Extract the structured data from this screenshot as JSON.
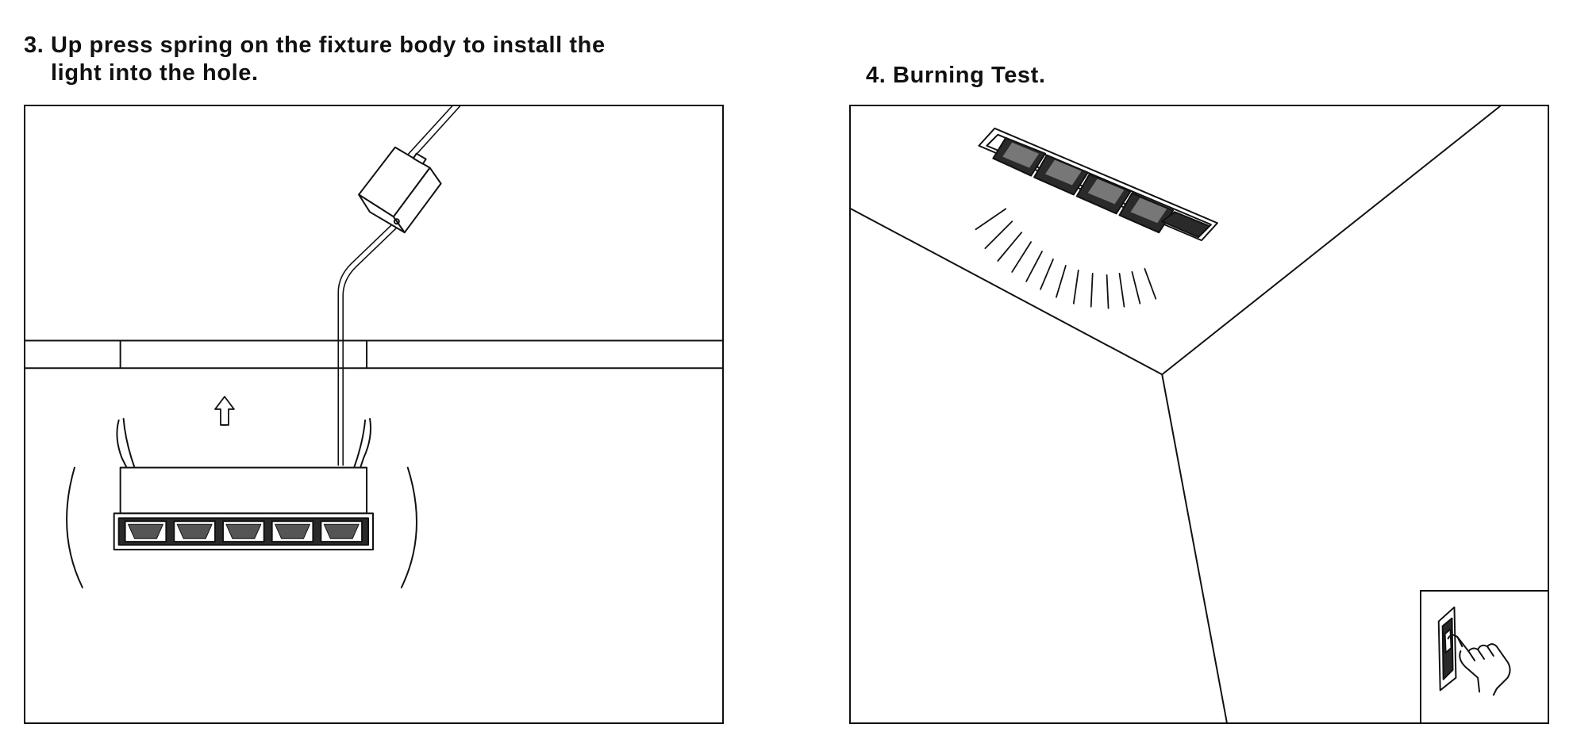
{
  "steps": [
    {
      "line1": "3. Up press spring on the fixture body to install the",
      "line2": "light into the hole."
    },
    {
      "title": "4. Burning Test."
    }
  ],
  "colors": {
    "ink": "#111111",
    "fill_dark": "#2a2a2a",
    "background": "#ffffff"
  },
  "icons": [
    "up-arrow-icon",
    "hand-pressing-switch-icon"
  ]
}
